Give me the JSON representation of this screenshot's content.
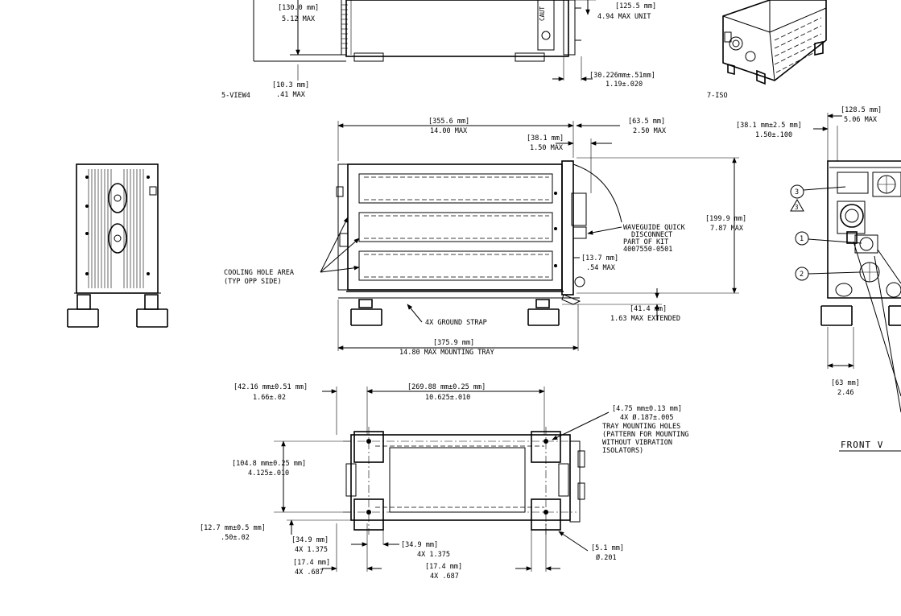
{
  "top_view": {
    "dim_130": "[130.0 mm]",
    "dim_512": "5.12 MAX",
    "dim_103": "[10.3 mm]",
    "dim_041": ".41 MAX",
    "dim_1255": "[125.5 mm]",
    "dim_494": "4.94 MAX UNIT",
    "dim_302": "[30.226mm±.51mm]",
    "dim_119": "1.19±.020",
    "caution_label": "CAUT",
    "view_label": "5-VIEW4"
  },
  "iso_view": {
    "label": "7-ISO"
  },
  "side_view": {
    "dim_3556": "[355.6 mm]",
    "dim_1400": "14.00 MAX",
    "dim_381": "[38.1 mm]",
    "dim_150": "1.50 MAX",
    "dim_635": "[63.5 mm]",
    "dim_250": "2.50 MAX",
    "dim_1999": "[199.9 mm]",
    "dim_787": "7.87 MAX",
    "dim_137": "[13.7 mm]",
    "dim_054": ".54 MAX",
    "dim_414": "[41.4 mm]",
    "dim_163": "1.63 MAX EXTENDED",
    "dim_3759": "[375.9 mm]",
    "dim_1480": "14.80 MAX MOUNTING TRAY",
    "note_waveguide": [
      "WAVEGUIDE QUICK",
      "DISCONNECT",
      "PART OF KIT",
      "4007550-0501"
    ],
    "note_cooling": [
      "COOLING HOLE AREA",
      "(TYP OPP SIDE)"
    ],
    "note_ground": "4X GROUND STRAP"
  },
  "bottom_view": {
    "dim_4216": "[42.16 mm±0.51 mm]",
    "dim_166": "1.66±.02",
    "dim_26988": "[269.88 mm±0.25 mm]",
    "dim_10625": "10.625±.010",
    "dim_475": "[4.75 mm±0.13 mm]",
    "dim_187": "4X Ø.187±.005",
    "note_tray": [
      "TRAY MOUNTING HOLES",
      "(PATTERN FOR MOUNTING",
      "WITHOUT VIBRATION",
      "ISOLATORS)"
    ],
    "dim_1048": "[104.8 mm±0.25 mm]",
    "dim_4125": "4.125±.010",
    "dim_127": "[12.7 mm±0.5 mm]",
    "dim_050": ".50±.02",
    "dim_349a": "[34.9 mm]",
    "dim_1375a": "4X 1.375",
    "dim_349b": "[34.9 mm]",
    "dim_1375b": "4X 1.375",
    "dim_174a": "[17.4 mm]",
    "dim_687a": "4X .687",
    "dim_174b": "[17.4 mm]",
    "dim_687b": "4X .687",
    "dim_51": "[5.1 mm]",
    "dim_201": "Ø.201"
  },
  "front_view": {
    "dim_381": "[38.1 mm±2.5 mm]",
    "dim_150": "1.50±.100",
    "dim_1285": "[128.5 mm]",
    "dim_506": "5.06 MAX",
    "dim_63": "[63 mm]",
    "dim_246": "2.46",
    "balloon_1": "1",
    "balloon_2": "2",
    "balloon_3": "3",
    "flag_3": "3",
    "title": "FRONT V"
  }
}
